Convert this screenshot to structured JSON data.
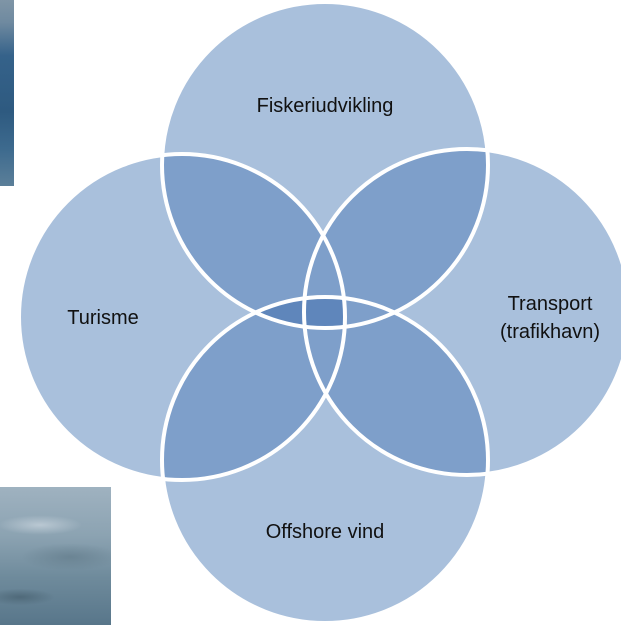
{
  "diagram": {
    "colors": {
      "circle_fill": "#a9c0dc",
      "overlap_fill": "#7e9fca",
      "center_fill": "#5f86bb",
      "stroke": "#ffffff"
    },
    "circles": [
      {
        "id": "top",
        "label": "Fiskeriudvikling"
      },
      {
        "id": "left",
        "label": "Turisme"
      },
      {
        "id": "right",
        "label_lines": [
          "Transport",
          "(trafikhavn)"
        ]
      },
      {
        "id": "bottom",
        "label": "Offshore vind"
      }
    ]
  }
}
